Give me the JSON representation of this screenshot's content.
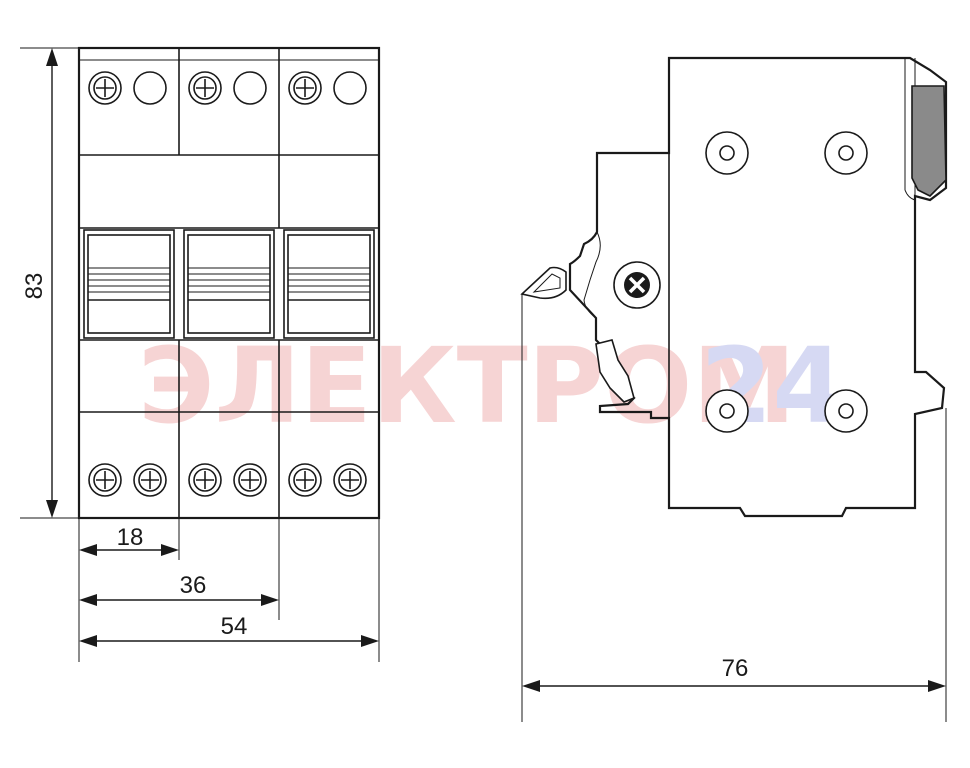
{
  "dimensions": {
    "height": "83",
    "width_one_pole": "18",
    "width_two_poles": "36",
    "width_three_poles": "54",
    "depth": "76"
  },
  "watermark": {
    "text_main": "ЭЛЕКТРОМ",
    "text_suffix": "24",
    "color_main": "#f4c6c6",
    "color_suffix": "#c9cdf0"
  },
  "colors": {
    "line": "#1a1a1a",
    "din_latch": "#8a8a8a"
  }
}
